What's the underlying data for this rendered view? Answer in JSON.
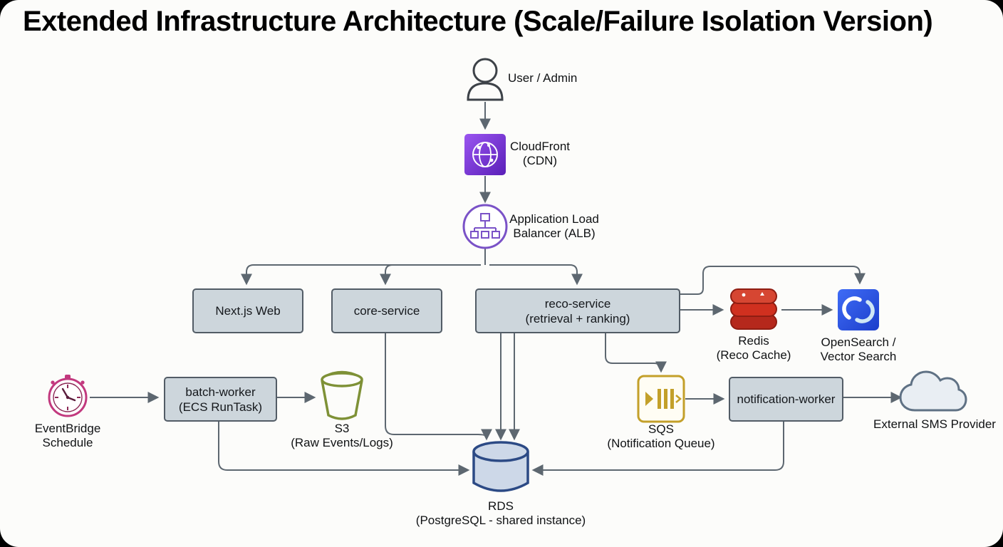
{
  "title": "Extended Infrastructure Architecture (Scale/Failure Isolation Version)",
  "nodes": {
    "user": {
      "label": "User / Admin",
      "icon": "user-icon"
    },
    "cloudfront": {
      "line1": "CloudFront",
      "line2": "(CDN)",
      "icon": "cloudfront-icon",
      "color": "#7b3fe4"
    },
    "alb": {
      "line1": "Application Load",
      "line2": "Balancer (ALB)",
      "icon": "load-balancer-icon",
      "color": "#7a52c7"
    },
    "nextjs_web": {
      "label": "Next.js Web"
    },
    "core_service": {
      "label": "core-service"
    },
    "reco_service": {
      "line1": "reco-service",
      "line2": "(retrieval + ranking)"
    },
    "redis": {
      "line1": "Redis",
      "line2": "(Reco Cache)",
      "icon": "redis-icon",
      "color": "#c6302b"
    },
    "opensearch": {
      "line1": "OpenSearch /",
      "line2": "Vector Search",
      "icon": "opensearch-icon",
      "color": "#2f54eb"
    },
    "eventbridge": {
      "line1": "EventBridge",
      "line2": "Schedule",
      "icon": "clock-icon",
      "color": "#c2397e"
    },
    "batch_worker": {
      "line1": "batch-worker",
      "line2": "(ECS RunTask)"
    },
    "s3": {
      "line1": "S3",
      "line2": "(Raw Events/Logs)",
      "icon": "bucket-icon",
      "color": "#7e9136"
    },
    "sqs": {
      "line1": "SQS",
      "line2": "(Notification Queue)",
      "icon": "queue-icon",
      "color": "#c3a02a"
    },
    "notification_worker": {
      "label": "notification-worker"
    },
    "sms_provider": {
      "label": "External SMS Provider",
      "icon": "cloud-icon"
    },
    "rds": {
      "line1": "RDS",
      "line2": "(PostgreSQL - shared instance)",
      "icon": "database-cylinder-icon",
      "color": "#2c4a85"
    }
  },
  "edges": [
    {
      "from": "user",
      "to": "cloudfront"
    },
    {
      "from": "cloudfront",
      "to": "alb"
    },
    {
      "from": "alb",
      "to": "nextjs_web"
    },
    {
      "from": "alb",
      "to": "core_service"
    },
    {
      "from": "alb",
      "to": "reco_service"
    },
    {
      "from": "reco_service",
      "to": "redis"
    },
    {
      "from": "redis",
      "to": "opensearch"
    },
    {
      "from": "reco_service",
      "to": "opensearch"
    },
    {
      "from": "reco_service",
      "to": "sqs"
    },
    {
      "from": "reco_service",
      "to": "rds"
    },
    {
      "from": "core_service",
      "to": "rds"
    },
    {
      "from": "eventbridge",
      "to": "batch_worker"
    },
    {
      "from": "batch_worker",
      "to": "s3"
    },
    {
      "from": "batch_worker",
      "to": "rds"
    },
    {
      "from": "sqs",
      "to": "notification_worker"
    },
    {
      "from": "notification_worker",
      "to": "sms_provider"
    },
    {
      "from": "notification_worker",
      "to": "rds"
    }
  ]
}
